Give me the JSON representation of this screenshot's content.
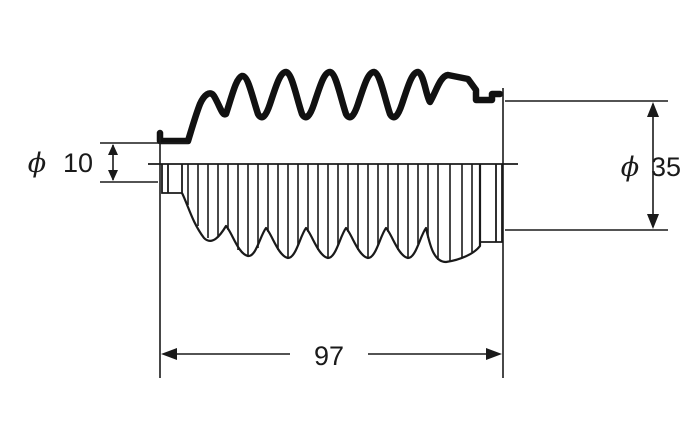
{
  "dimensions": {
    "small_diameter": {
      "symbol": "ϕ",
      "value": "10"
    },
    "large_diameter": {
      "symbol": "ϕ",
      "value": "35"
    },
    "length": {
      "value": "97"
    }
  },
  "colors": {
    "line": "#1a1a1a",
    "background": "#ffffff"
  }
}
